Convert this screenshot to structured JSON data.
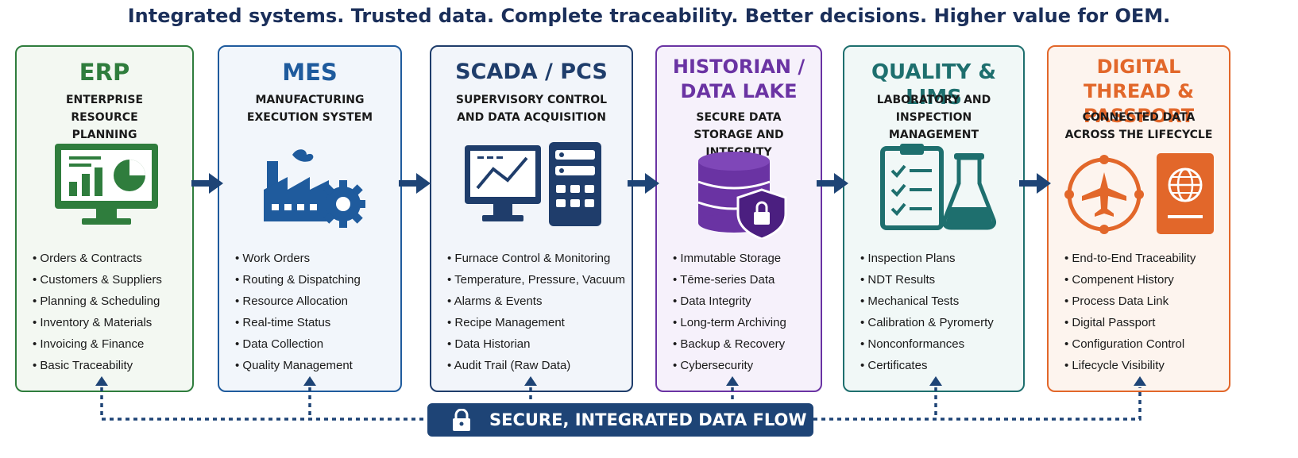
{
  "headline": "Integrated systems. Trusted data. Complete traceability. Better decisions. Higher value for OEM.",
  "colors": {
    "erp": "#2f7d3d",
    "mes": "#1f5b9d",
    "scada": "#1f3d6b",
    "historian": "#6a33a3",
    "quality": "#1e6f6e",
    "thread": "#e2672a",
    "flow": "#1e4476"
  },
  "cards": [
    {
      "title": "ERP",
      "subtitle": "ENTERPRISE RESOURCE PLANNING",
      "icon": "monitor-chart-icon",
      "items": [
        "Orders & Contracts",
        "Customers & Suppliers",
        "Planning & Scheduling",
        "Inventory & Materials",
        "Invoicing & Finance",
        "Basic Traceability"
      ]
    },
    {
      "title": "MES",
      "subtitle": "MANUFACTURING EXECUTION SYSTEM",
      "icon": "factory-gear-icon",
      "items": [
        "Work Orders",
        "Routing & Dispatching",
        "Resource Allocation",
        "Real-time Status",
        "Data Collection",
        "Quality Management"
      ]
    },
    {
      "title": "SCADA / PCS",
      "subtitle": "SUPERVISORY CONTROL AND DATA ACQUISITION",
      "icon": "monitor-control-panel-icon",
      "items": [
        "Furnace Control & Monitoring",
        "Temperature, Pressure, Vacuum",
        "Alarms & Events",
        "Recipe Management",
        "Data Historian",
        "Audit Trail (Raw Data)"
      ]
    },
    {
      "title": "HISTORIAN / DATA LAKE",
      "subtitle": "SECURE DATA STORAGE AND INTEGRITY",
      "icon": "database-shield-icon",
      "items": [
        "Immutable Storage",
        "Tēme-series Data",
        "Data Integrity",
        "Long-term Archiving",
        "Backup & Recovery",
        "Cybersecurity"
      ]
    },
    {
      "title": "QUALITY & LIMS",
      "subtitle": "LABORATORY AND INSPECTION MANAGEMENT",
      "icon": "clipboard-flask-icon",
      "items": [
        "Inspection Plans",
        "NDT Results",
        "Mechanical Tests",
        "Calibration & Pyromerty",
        "Nonconformances",
        "Certificates"
      ]
    },
    {
      "title": "DIGITAL THREAD & PASSPORT",
      "subtitle": "CONNECTED DATA ACROSS THE LIFECYCLE",
      "icon": "airplane-passport-icon",
      "items": [
        "End-to-End Traceability",
        "Compenent History",
        "Process Data Link",
        "Digital Passport",
        "Configuration Control",
        "Lifecycle Visibility"
      ]
    }
  ],
  "footer": {
    "label": "SECURE, INTEGRATED DATA FLOW",
    "icon": "lock-icon"
  }
}
